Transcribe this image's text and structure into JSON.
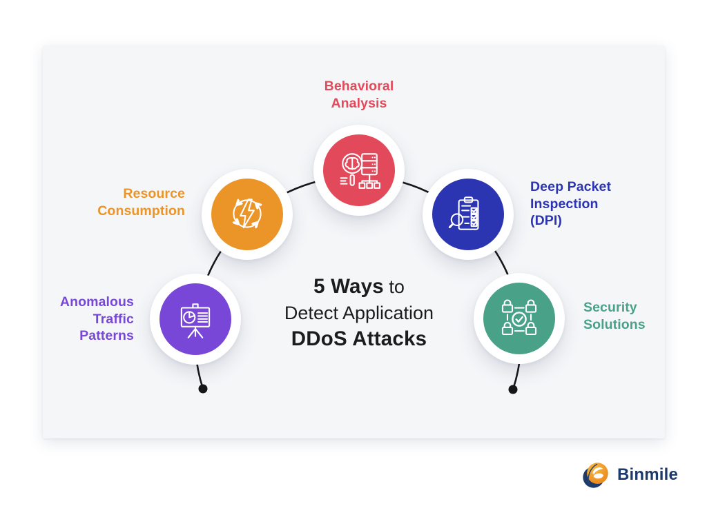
{
  "title": {
    "line1_bold": "5 Ways",
    "line1_regular": " to",
    "line2": "Detect Application",
    "line3": "DDoS Attacks"
  },
  "nodes": [
    {
      "id": "behavioral-analysis",
      "label_lines": [
        "Behavioral",
        "Analysis"
      ],
      "color": "#E24A5B",
      "icon": "brain-magnifier-server-icon"
    },
    {
      "id": "resource-consumption",
      "label_lines": [
        "Resource",
        "Consumption"
      ],
      "color": "#EB9428",
      "icon": "energy-cycle-icon"
    },
    {
      "id": "deep-packet-inspection",
      "label_lines": [
        "Deep Packet",
        "Inspection",
        "(DPI)"
      ],
      "color": "#2C35B1",
      "icon": "clipboard-magnifier-icon"
    },
    {
      "id": "anomalous-traffic-patterns",
      "label_lines": [
        "Anomalous",
        "Traffic",
        "Patterns"
      ],
      "color": "#7847D8",
      "icon": "presentation-piechart-icon"
    },
    {
      "id": "security-solutions",
      "label_lines": [
        "Security",
        "Solutions"
      ],
      "color": "#49A287",
      "icon": "locked-network-icon"
    }
  ],
  "connector_color": "#171717",
  "logo": {
    "text": "Binmile",
    "text_color": "#1D3A6C",
    "mark_orange": "#F2991F",
    "mark_navy": "#1E3A6B"
  }
}
